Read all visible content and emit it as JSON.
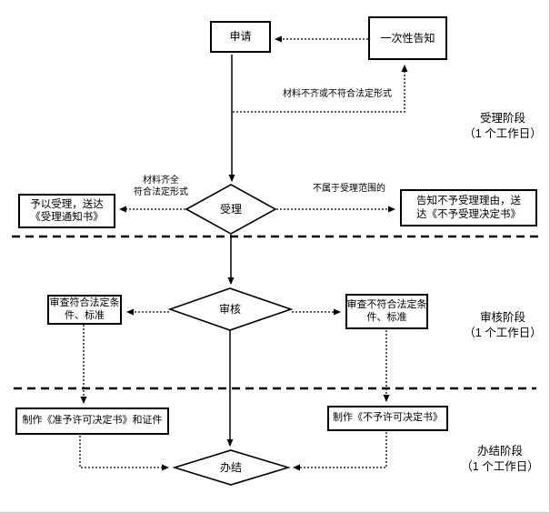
{
  "flowchart": {
    "nodes": {
      "apply": {
        "label": "申请"
      },
      "one_time_notice": {
        "label": "一次性告知"
      },
      "accept": {
        "label": "受理"
      },
      "review": {
        "label": "审核"
      },
      "complete": {
        "label": "办结"
      },
      "accept_box": {
        "lines": [
          "予以受理，送达",
          "《受理通知书》"
        ]
      },
      "reject_box": {
        "lines": [
          "告知不予受理理由，送",
          "达《不予受理决定书》"
        ]
      },
      "review_pass_box": {
        "lines": [
          "审查符合法定条",
          "件、标准"
        ]
      },
      "review_fail_box": {
        "lines": [
          "审查不符合法定条",
          "件、标准"
        ]
      },
      "permit_box": {
        "label": "制作《准予许可决定书》和证件"
      },
      "denial_box": {
        "label": "制作《不予许可决定书》"
      }
    },
    "edge_labels": {
      "materials_incomplete": "材料不齐或不符合法定形式",
      "materials_complete_line1": "材料齐全",
      "materials_complete_line2": "符合法定形式",
      "not_in_scope": "不属于受理范围的"
    },
    "stages": [
      {
        "name": "受理阶段",
        "duration": "（1 个工作日）"
      },
      {
        "name": "审核阶段",
        "duration": "（1 个工作日）"
      },
      {
        "name": "办结阶段",
        "duration": "（1 个工作日）"
      }
    ],
    "colors": {
      "line": "#000000",
      "background": "#ffffff"
    }
  }
}
